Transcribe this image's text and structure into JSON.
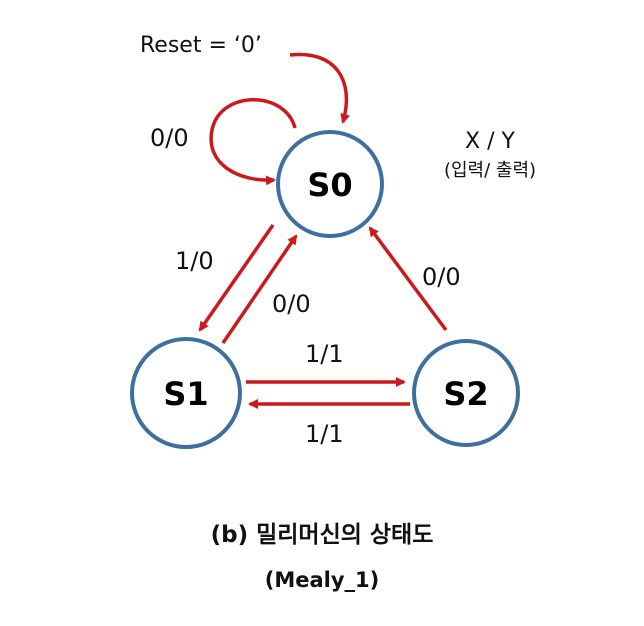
{
  "states": {
    "s0": "S0",
    "s1": "S1",
    "s2": "S2"
  },
  "reset_label": "Reset = ‘0’",
  "transitions": {
    "s0_self": "0/0",
    "s0_to_s1": "1/0",
    "s1_to_s0": "0/0",
    "s2_to_s0": "0/0",
    "s1_to_s2": "1/1",
    "s2_to_s1": "1/1"
  },
  "legend": {
    "io": "X / Y",
    "io_desc": "(입력/ 출력)"
  },
  "caption": {
    "title": "(b) 밀리머신의 상태도",
    "subtitle": "(Mealy_1)"
  },
  "colors": {
    "arrow": "#cc1a1a",
    "state_border": "#3f6f9f"
  }
}
